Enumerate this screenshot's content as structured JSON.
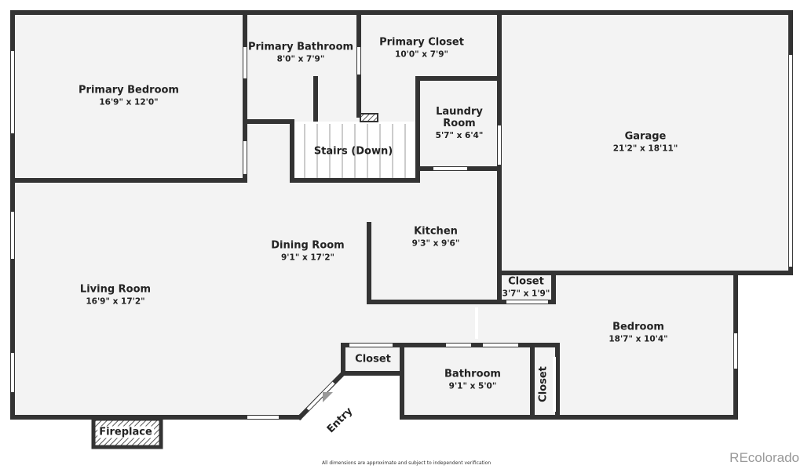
{
  "rooms": {
    "primary_bedroom": {
      "name": "Primary Bedroom",
      "dims": "16'9\" x 12'0\""
    },
    "primary_bathroom": {
      "name": "Primary Bathroom",
      "dims": "8'0\" x 7'9\""
    },
    "primary_closet": {
      "name": "Primary Closet",
      "dims": "10'0\" x 7'9\""
    },
    "laundry": {
      "name": "Laundry Room",
      "dims": "5'7\" x 6'4\""
    },
    "garage": {
      "name": "Garage",
      "dims": "21'2\" x 18'11\""
    },
    "stairs": {
      "name": "Stairs (Down)"
    },
    "dining": {
      "name": "Dining Room",
      "dims": "9'1\" x 17'2\""
    },
    "kitchen": {
      "name": "Kitchen",
      "dims": "9'3\" x 9'6\""
    },
    "living": {
      "name": "Living Room",
      "dims": "16'9\" x 17'2\""
    },
    "closet_small": {
      "name": "Closet",
      "dims": "3'7\" x 1'9\""
    },
    "bedroom": {
      "name": "Bedroom",
      "dims": "18'7\" x 10'4\""
    },
    "closet_entry": {
      "name": "Closet"
    },
    "bathroom": {
      "name": "Bathroom",
      "dims": "9'1\" x 5'0\""
    },
    "closet_vertical": {
      "name": "Closet"
    },
    "fireplace": {
      "name": "Fireplace"
    },
    "entry": {
      "name": "Entry"
    }
  },
  "footer": {
    "disclaimer": "All dimensions are approximate and subject to independent verification",
    "brand": "REcolorado"
  },
  "colors": {
    "wall": "#333333",
    "floor": "#f3f3f3"
  }
}
